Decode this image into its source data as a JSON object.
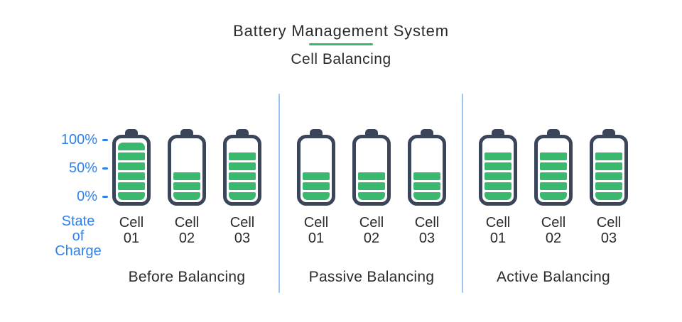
{
  "title": {
    "line1": "Battery Management System",
    "line2": "Cell Balancing"
  },
  "axis": {
    "ticks": [
      "100%",
      "50%",
      "0%"
    ],
    "label_lines": [
      "State",
      "of",
      "Charge"
    ]
  },
  "max_bars": 6,
  "groups": [
    {
      "label": "Before Balancing",
      "cells": [
        {
          "name_lines": [
            "Cell",
            "01"
          ],
          "bars": 6,
          "soc_percent": 100
        },
        {
          "name_lines": [
            "Cell",
            "02"
          ],
          "bars": 3,
          "soc_percent": 45
        },
        {
          "name_lines": [
            "Cell",
            "03"
          ],
          "bars": 5,
          "soc_percent": 80
        }
      ]
    },
    {
      "label": "Passive Balancing",
      "cells": [
        {
          "name_lines": [
            "Cell",
            "01"
          ],
          "bars": 3,
          "soc_percent": 45
        },
        {
          "name_lines": [
            "Cell",
            "02"
          ],
          "bars": 3,
          "soc_percent": 45
        },
        {
          "name_lines": [
            "Cell",
            "03"
          ],
          "bars": 3,
          "soc_percent": 45
        }
      ]
    },
    {
      "label": "Active Balancing",
      "cells": [
        {
          "name_lines": [
            "Cell",
            "01"
          ],
          "bars": 5,
          "soc_percent": 80
        },
        {
          "name_lines": [
            "Cell",
            "02"
          ],
          "bars": 5,
          "soc_percent": 80
        },
        {
          "name_lines": [
            "Cell",
            "03"
          ],
          "bars": 5,
          "soc_percent": 80
        }
      ]
    }
  ],
  "colors": {
    "green": "#38B96E",
    "battery_outline": "#3A4559",
    "axis_blue": "#2E82F0",
    "divider_blue": "#9CC5F2",
    "text_dark": "#2B2B2B"
  }
}
